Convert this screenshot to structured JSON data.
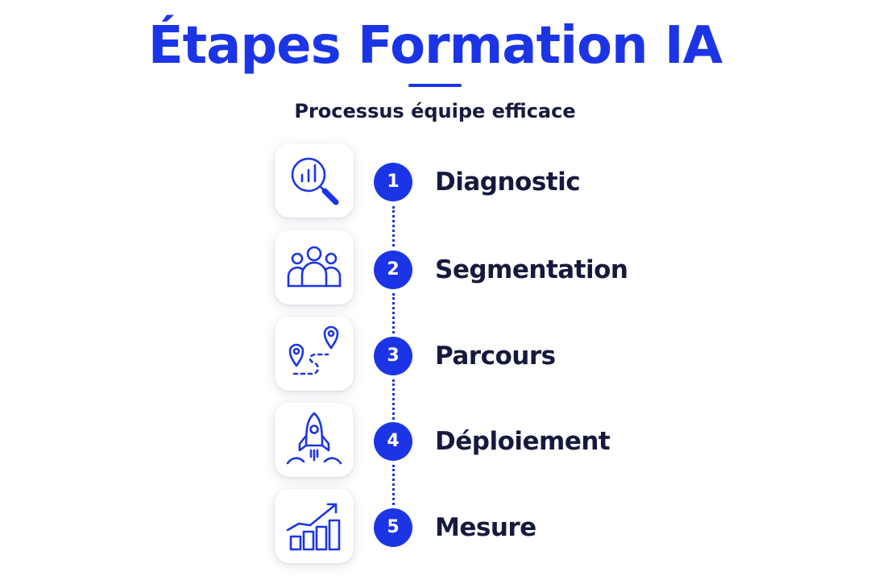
{
  "header": {
    "title": "Étapes Formation IA",
    "subtitle": "Processus équipe efficace"
  },
  "colors": {
    "accent": "#1b35e6",
    "text": "#151a3d",
    "background": "#ffffff"
  },
  "steps": [
    {
      "number": "1",
      "label": "Diagnostic",
      "icon": "magnifier-chart-icon"
    },
    {
      "number": "2",
      "label": "Segmentation",
      "icon": "group-people-icon"
    },
    {
      "number": "3",
      "label": "Parcours",
      "icon": "route-pins-icon"
    },
    {
      "number": "4",
      "label": "Déploiement",
      "icon": "rocket-icon"
    },
    {
      "number": "5",
      "label": "Mesure",
      "icon": "growth-chart-icon"
    }
  ]
}
